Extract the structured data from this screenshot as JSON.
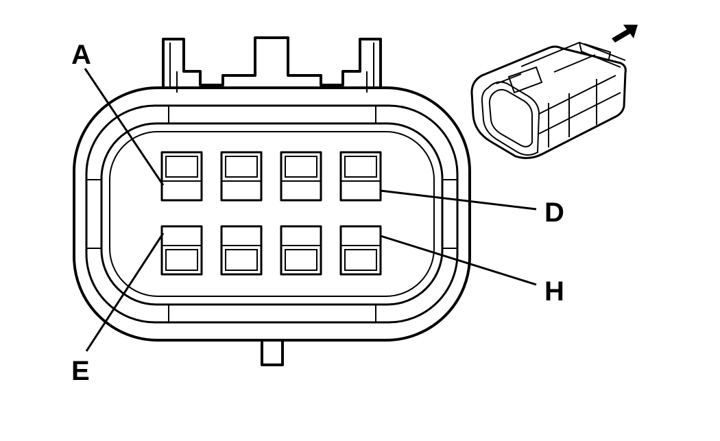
{
  "labels": {
    "a": "A",
    "d": "D",
    "e": "E",
    "h": "H"
  },
  "colors": {
    "line": "#000000",
    "background": "#ffffff"
  },
  "icons": {
    "direction": "arrow-up-right-icon",
    "connector_thumbnail": "connector-isometric-icon"
  }
}
